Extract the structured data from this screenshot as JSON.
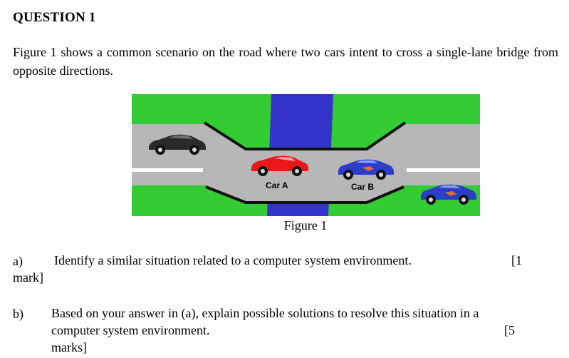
{
  "question": {
    "heading": "QUESTION 1",
    "intro": "Figure 1 shows a common scenario on the road where two cars intent to cross a single-lane bridge from opposite directions."
  },
  "figure": {
    "caption": "Figure 1",
    "car_a_label": "Car A",
    "car_b_label": "Car B",
    "colors": {
      "grass": "#33cc33",
      "road": "#b7b7b7",
      "river": "#3333cc",
      "car_a": "#e8181c",
      "car_b": "#2a3ec8",
      "car_left": "#2a2a2a"
    }
  },
  "parts": [
    {
      "letter": "a)",
      "text": "Identify a similar situation related to a computer system environment.",
      "marks_line1": "[1",
      "marks_line2": "mark]"
    },
    {
      "letter": "b)",
      "text_line1": "Based on your answer in (a), explain possible solutions to resolve this situation in a",
      "text_line2": "computer system environment.",
      "marks_line1": "[5",
      "marks_line2": "marks]"
    }
  ]
}
